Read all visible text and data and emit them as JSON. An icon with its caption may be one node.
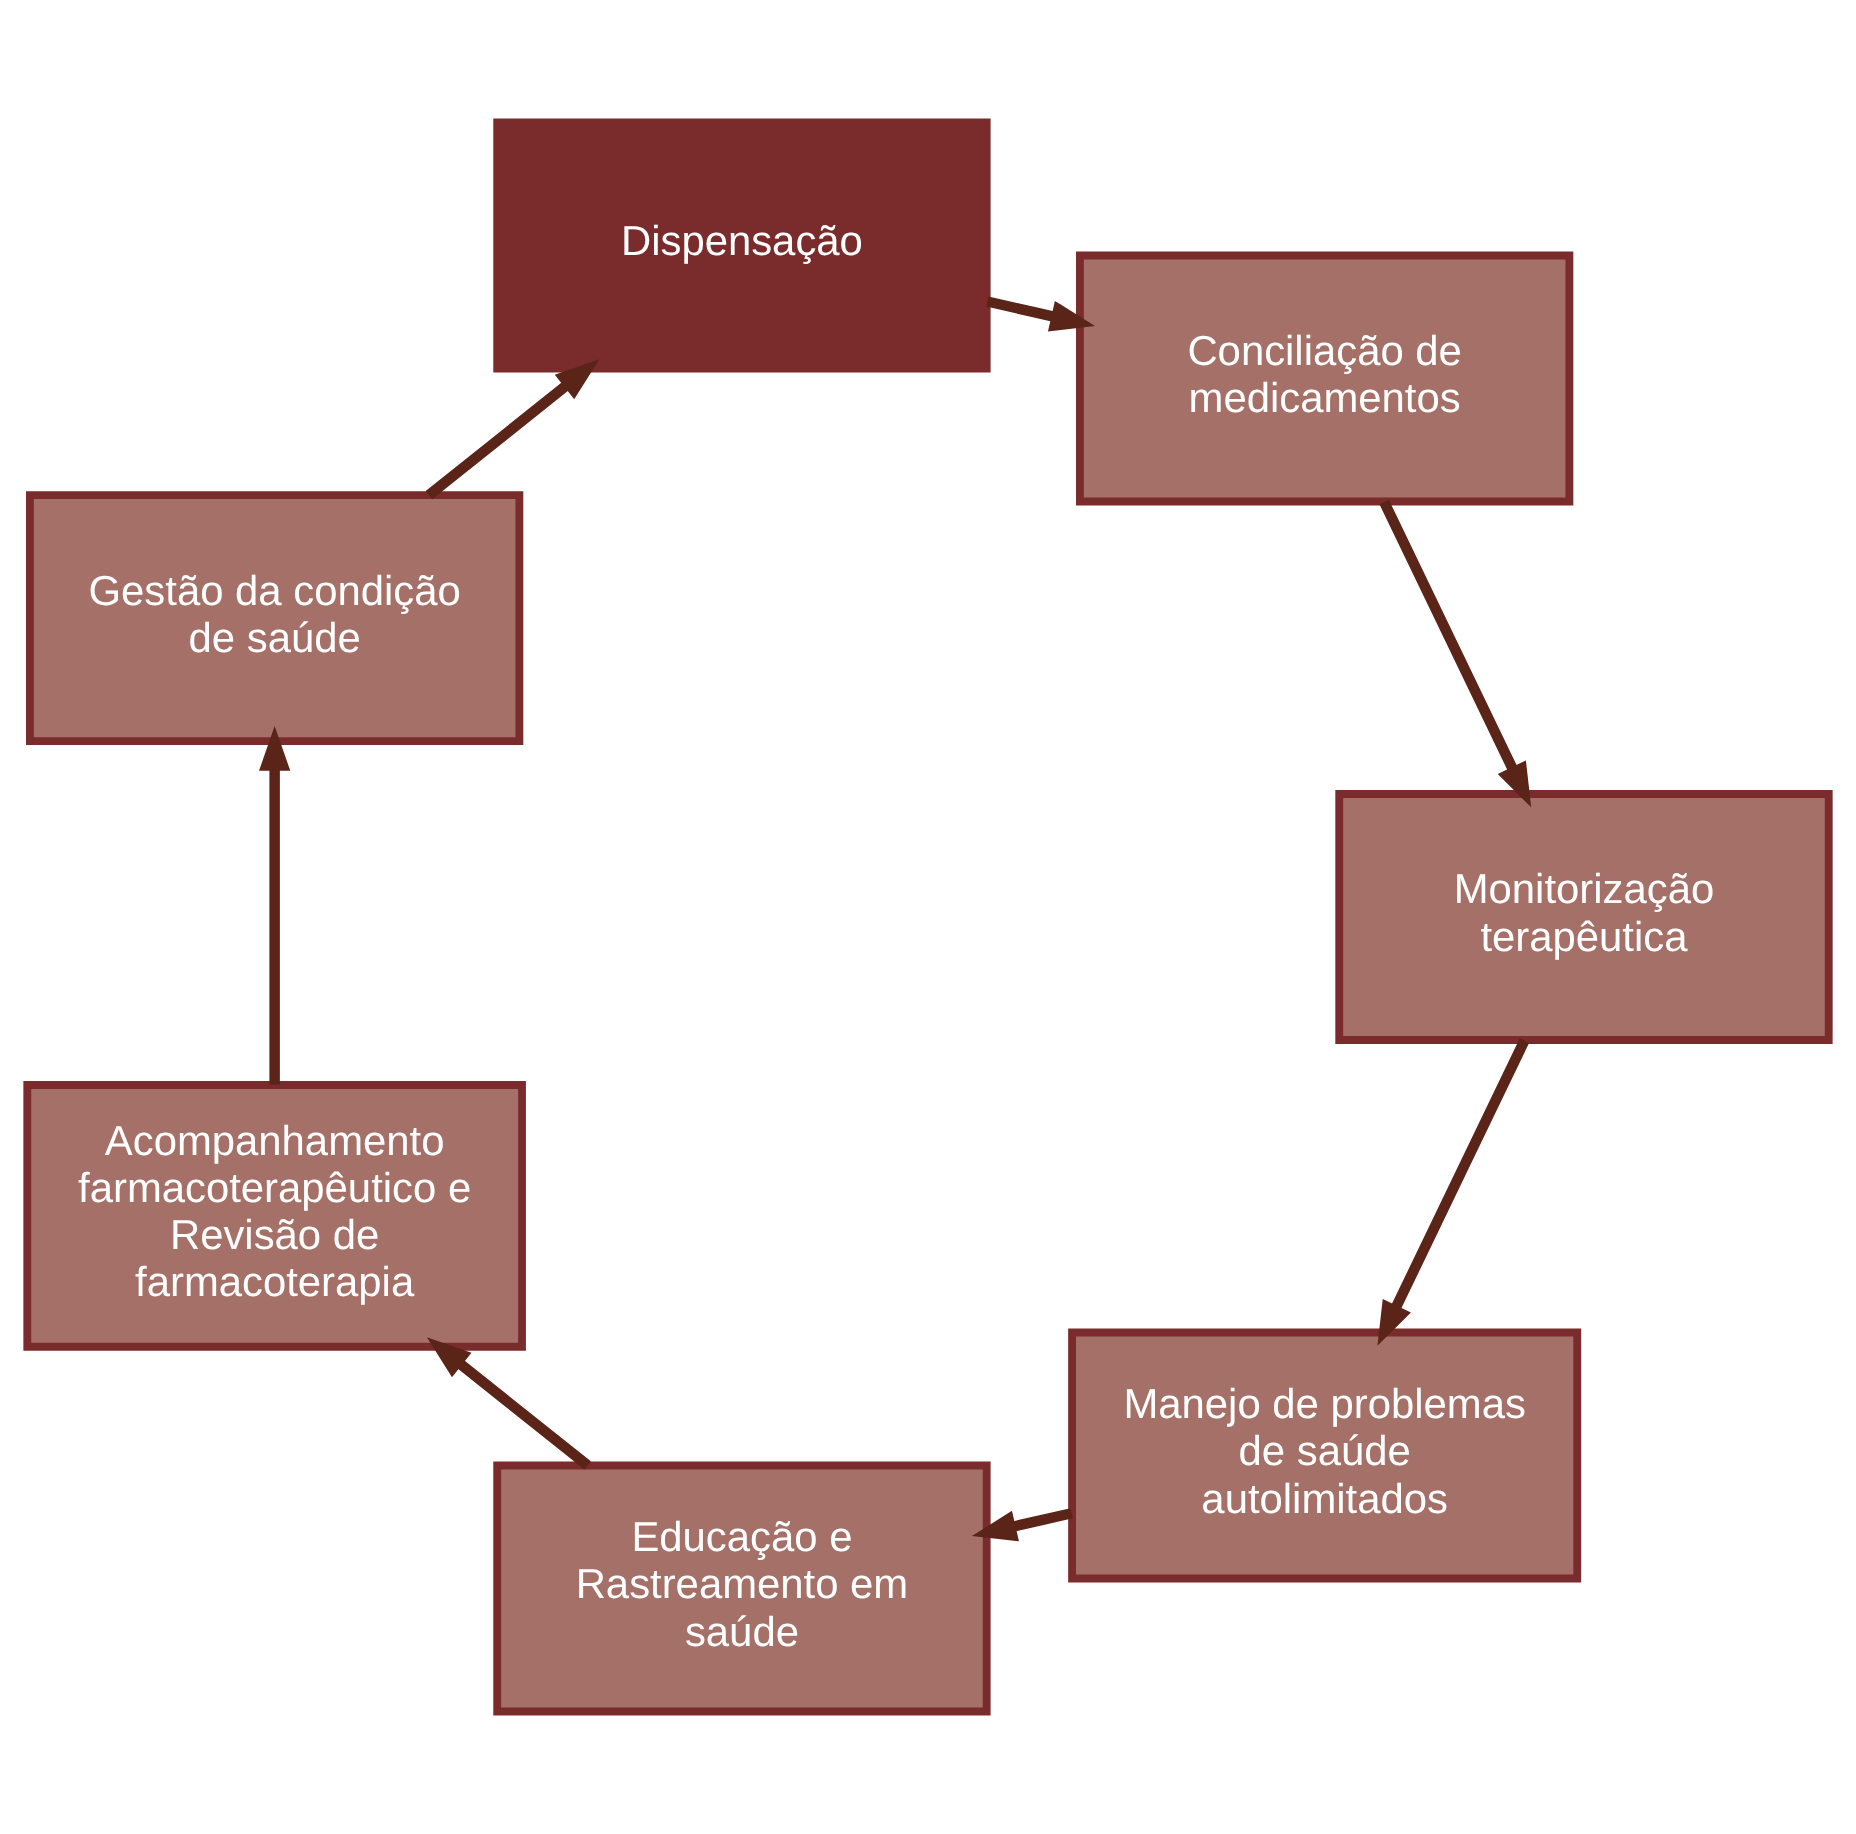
{
  "diagram": {
    "nodes": [
      {
        "text": [
          "Manejo de problemas de saúde autolimitados"
        ]
      },
      {
        "text": [
          "Educação e Rastreamento em saúde"
        ]
      },
      {
        "text": [
          "Monitorização terapêutica"
        ]
      },
      {
        "text": [
          "Acompanhamento farmacoterapêutico e Revisão de farmacoterapia"
        ]
      },
      {
        "text": [
          "Conciliação de medicamentos"
        ]
      },
      {
        "text": [
          "Gestão da condição de saúde"
        ]
      },
      {
        "text": [
          "Dispensação"
        ]
      }
    ],
    "edges": [
      {
        "from": 0,
        "to": 1,
        "arrow": "to"
      },
      {
        "from": 1,
        "to": 3,
        "arrow": "to"
      },
      {
        "from": 3,
        "to": 5,
        "arrow": "to"
      },
      {
        "from": 5,
        "to": 6,
        "arrow": "to"
      },
      {
        "from": 6,
        "to": 4,
        "arrow": "to"
      },
      {
        "from": 4,
        "to": 2,
        "arrow": "to"
      },
      {
        "from": 2,
        "to": 0,
        "arrow": "to"
      }
    ]
  }
}
